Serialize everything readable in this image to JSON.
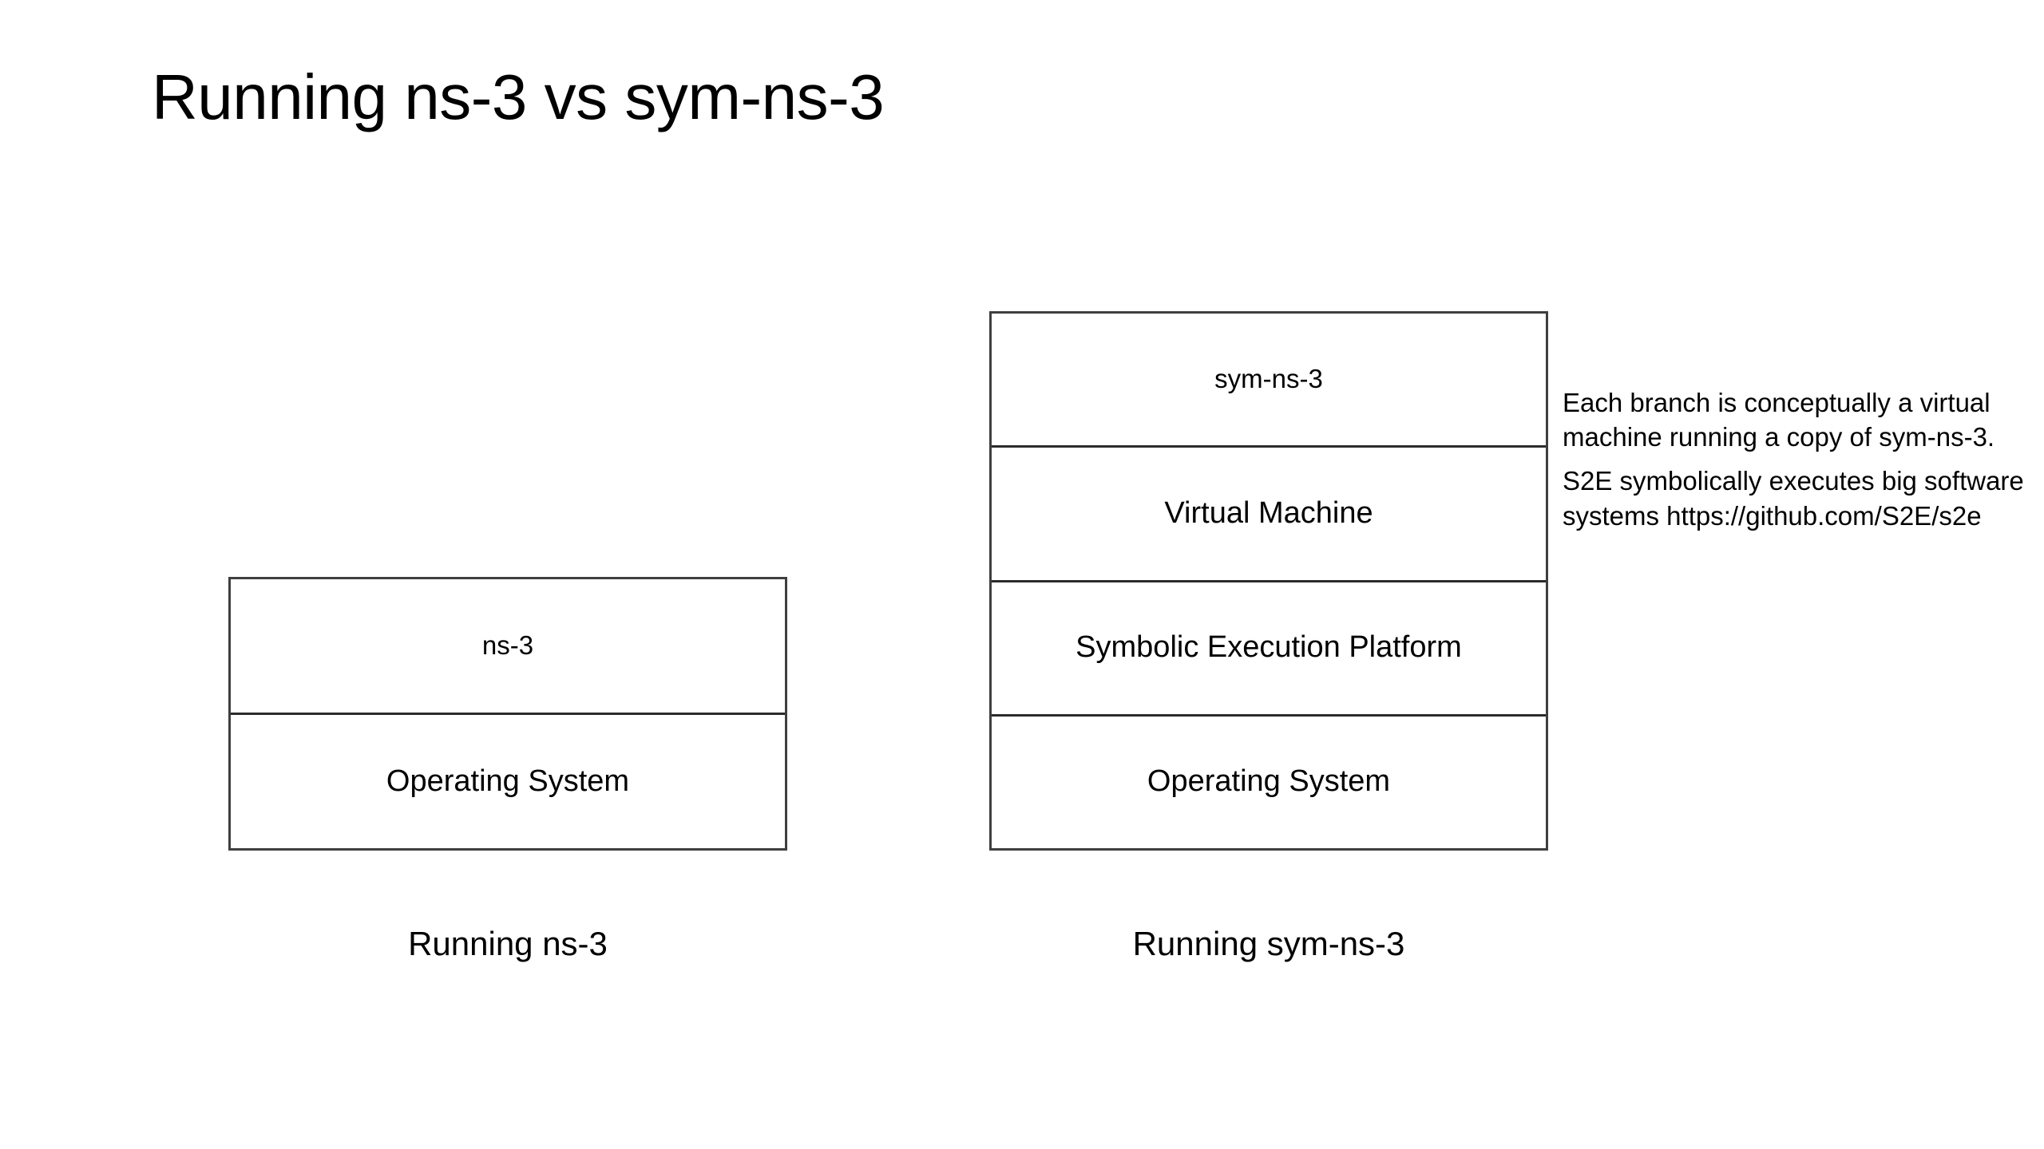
{
  "slide": {
    "title": "Running ns-3 vs sym-ns-3",
    "background_color": "#ffffff",
    "text_color": "#000000",
    "border_color": "#3f3f3f"
  },
  "left_stack": {
    "caption": "Running ns-3",
    "rows": [
      {
        "label": "ns-3"
      },
      {
        "label": "Operating System"
      }
    ]
  },
  "right_stack": {
    "caption": "Running sym-ns-3",
    "rows": [
      {
        "label": "sym-ns-3"
      },
      {
        "label": "Virtual Machine"
      },
      {
        "label": "Symbolic Execution Platform"
      },
      {
        "label": "Operating System"
      }
    ]
  },
  "annotations": {
    "paragraphs": [
      "Each branch is conceptually a virtual machine running a copy of sym-ns-3.",
      "S2E symbolically executes big software systems https://github.com/S2E/s2e"
    ],
    "url": "https://github.com/S2E/s2e"
  }
}
